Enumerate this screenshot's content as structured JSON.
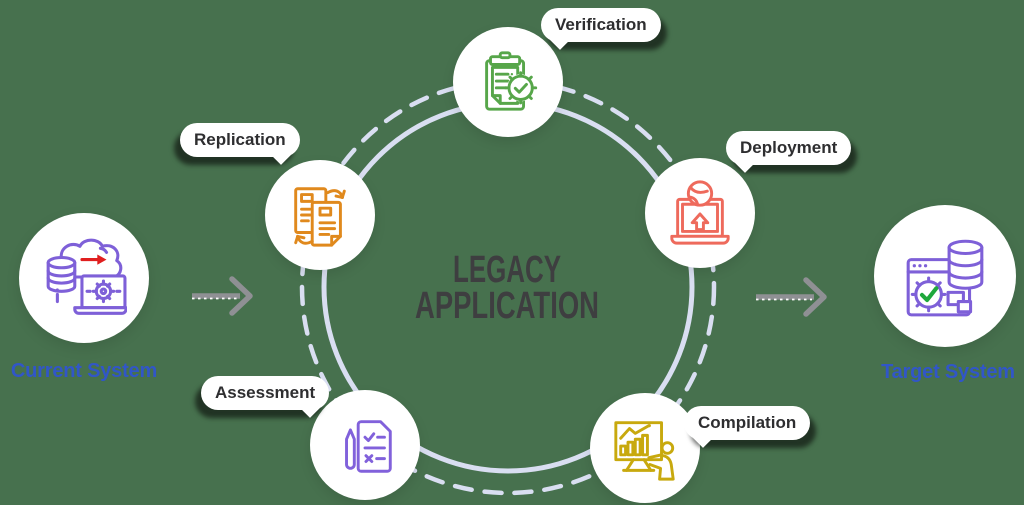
{
  "background_color": "#47714E",
  "ring": {
    "color": "#D9DEF1",
    "style": "solid inner circle with dashed outer circle"
  },
  "center": {
    "title_line1": "LEGACY",
    "title_line2": "APPLICATION",
    "color": "#3E3E40"
  },
  "flow": {
    "left_system": {
      "label": "Current System",
      "label_color": "#3156C8",
      "icon": "cloud-migration-database-laptop-icon",
      "icon_color": "#7E60D8",
      "accent_arrow_color": "#E01F1F"
    },
    "right_system": {
      "label": "Target System",
      "label_color": "#3156C8",
      "icon": "verified-window-database-icon",
      "icon_color": "#7E60D8",
      "check_color": "#1FA83C"
    },
    "arrow_color": "#8F9094"
  },
  "stages": [
    {
      "label": "Verification",
      "icon": "clipboard-gear-check-icon",
      "color": "#57A64A",
      "position": "top"
    },
    {
      "label": "Replication",
      "icon": "documents-sync-icon",
      "color": "#E0891D",
      "position": "upper-left"
    },
    {
      "label": "Deployment",
      "icon": "laptop-globe-upload-icon",
      "color": "#EE6A5C",
      "position": "upper-right"
    },
    {
      "label": "Assessment",
      "icon": "checklist-pen-icon",
      "color": "#8161DB",
      "position": "lower-left"
    },
    {
      "label": "Compilation",
      "icon": "chart-presenter-icon",
      "color": "#C8A90E",
      "position": "lower-right"
    }
  ]
}
